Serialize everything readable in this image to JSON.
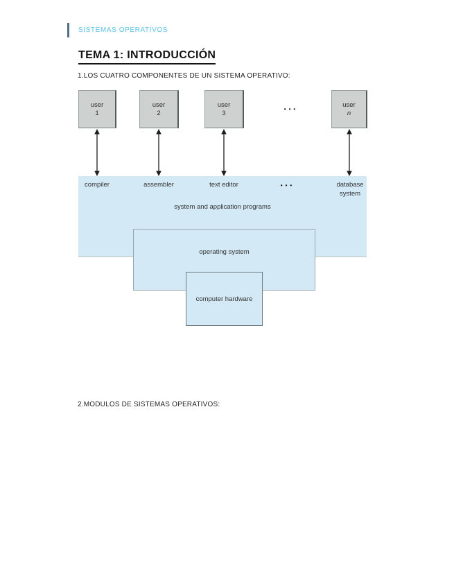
{
  "header": {
    "course_label": "SISTEMAS OPERATIVOS",
    "title": "TEMA 1: INTRODUCCIÓN"
  },
  "sections": {
    "s1": "1.LOS CUATRO COMPONENTES DE UN SISTEMA OPERATIVO:",
    "s2": "2.MODULOS DE SISTEMAS OPERATIVOS:"
  },
  "diagram": {
    "users": [
      {
        "line1": "user",
        "line2": "1"
      },
      {
        "line1": "user",
        "line2": "2"
      },
      {
        "line1": "user",
        "line2": "3"
      },
      {
        "line1": "user",
        "line2": "n"
      }
    ],
    "users_ellipsis": "•••",
    "programs": [
      "compiler",
      "assembler",
      "text editor"
    ],
    "programs_ellipsis": "•••",
    "database_line1": "database",
    "database_line2": "system",
    "system_programs_label": "system and application programs",
    "os_label": "operating system",
    "hardware_label": "computer hardware"
  },
  "colors": {
    "accent_bar": "#4f6e8c",
    "accent_text": "#5bc2e8",
    "user_box_fill": "#cdd1d0",
    "panel_blue": "#d3e9f5"
  }
}
